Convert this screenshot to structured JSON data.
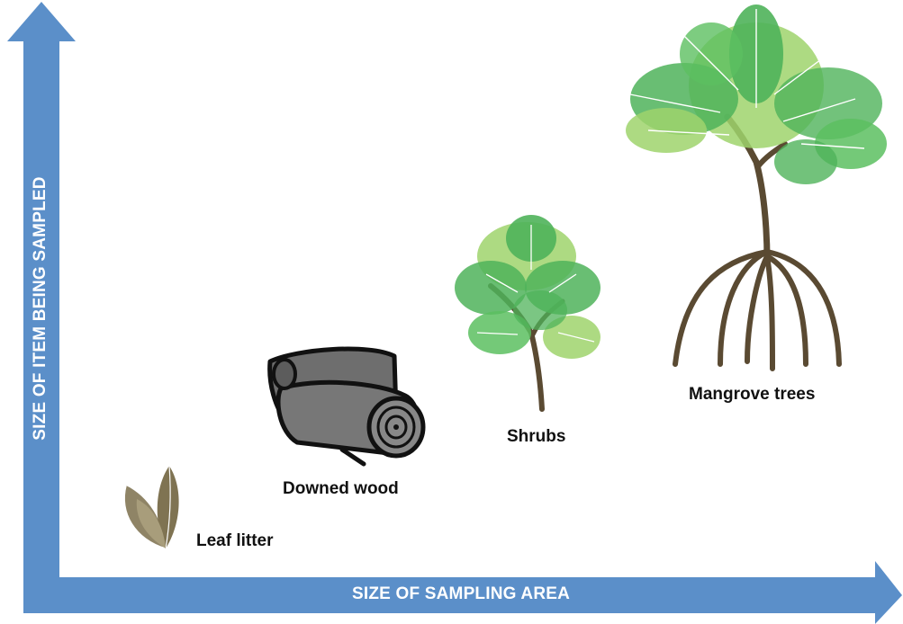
{
  "axes": {
    "y_label": "SIZE OF ITEM BEING SAMPLED",
    "x_label": "SIZE OF SAMPLING AREA",
    "color": "#5b8fc9"
  },
  "items": [
    {
      "label": "Leaf litter",
      "icon": "leaf-litter-icon"
    },
    {
      "label": "Downed wood",
      "icon": "log-icon"
    },
    {
      "label": "Shrubs",
      "icon": "shrub-icon"
    },
    {
      "label": "Mangrove trees",
      "icon": "mangrove-tree-icon"
    }
  ],
  "colors": {
    "leaf_dark": "#4fb35a",
    "leaf_light": "#9fd46c",
    "trunk": "#5a4a32",
    "log_fill": "#6e6e6e",
    "litter": "#8f8466"
  }
}
